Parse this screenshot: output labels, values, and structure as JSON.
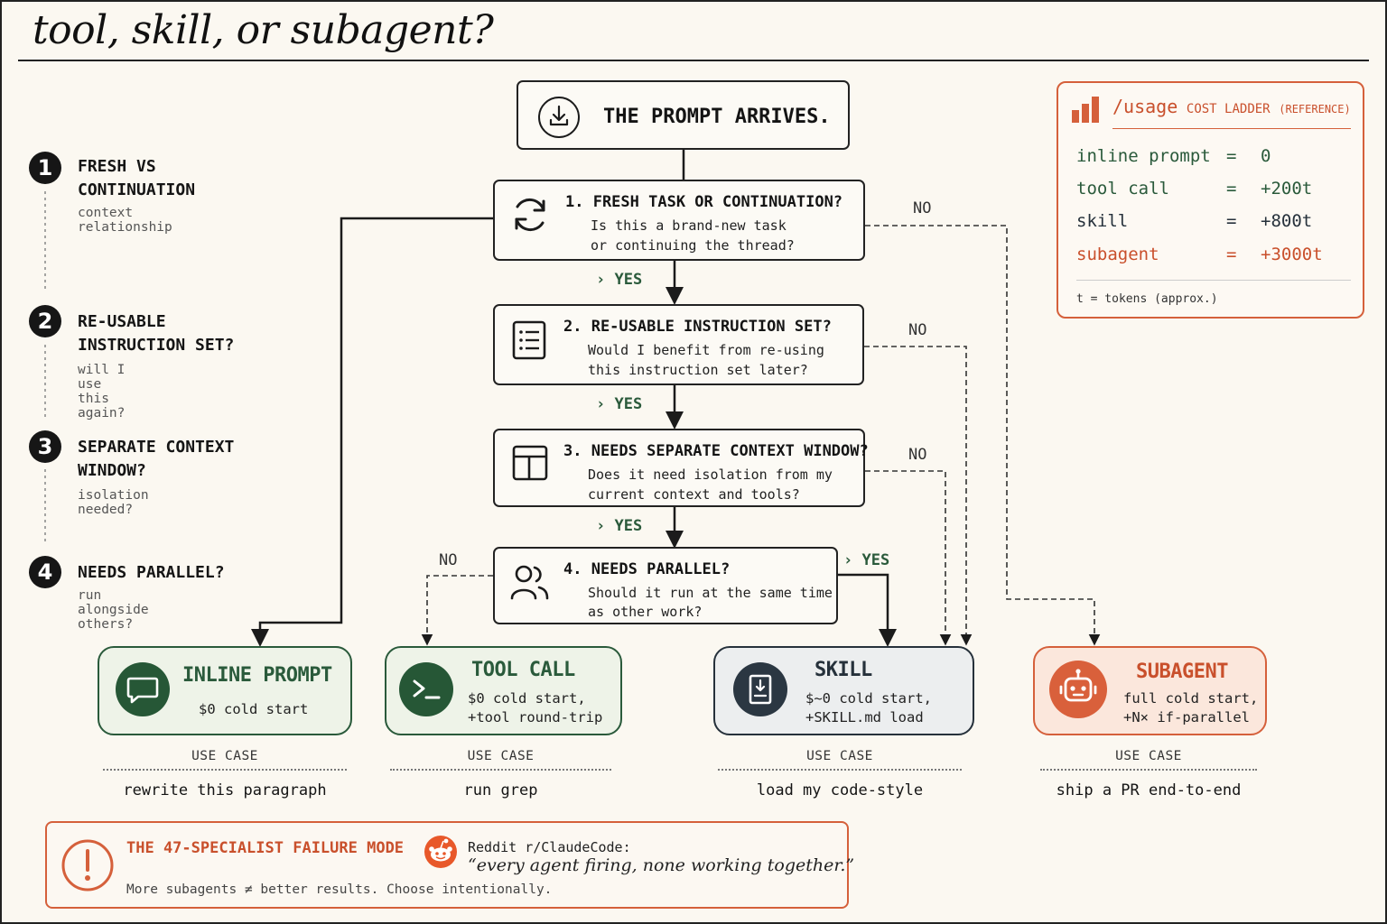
{
  "title": "tool, skill, or subagent?",
  "prompt_box": {
    "label": "THE PROMPT ARRIVES."
  },
  "steps": [
    {
      "num": "1",
      "title": "FRESH VS CONTINUATION",
      "sub": "context relationship"
    },
    {
      "num": "2",
      "title": "RE-USABLE INSTRUCTION SET?",
      "sub": "will I use this again?"
    },
    {
      "num": "3",
      "title": "SEPARATE CONTEXT WINDOW?",
      "sub": "isolation needed?"
    },
    {
      "num": "4",
      "title": "NEEDS PARALLEL?",
      "sub": "run alongside others?"
    }
  ],
  "questions": [
    {
      "title": "1. FRESH TASK OR CONTINUATION?",
      "line1": "Is this a brand-new task",
      "line2": "or continuing the thread?"
    },
    {
      "title": "2. RE-USABLE INSTRUCTION SET?",
      "line1": "Would I benefit from re-using",
      "line2": "this instruction set later?"
    },
    {
      "title": "3. NEEDS SEPARATE CONTEXT WINDOW?",
      "line1": "Does it need isolation from my",
      "line2": "current context and tools?"
    },
    {
      "title": "4. NEEDS PARALLEL?",
      "line1": "Should it run at the same time",
      "line2": "as other work?"
    }
  ],
  "labels": {
    "yes": "YES",
    "no": "NO",
    "chevron": "›"
  },
  "outcomes": [
    {
      "name": "INLINE PROMPT",
      "line1": "$0 cold start",
      "line2": "",
      "use_case_header": "USE CASE",
      "use_case": "rewrite this paragraph"
    },
    {
      "name": "TOOL CALL",
      "line1": "$0 cold start,",
      "line2": "+tool round-trip",
      "use_case_header": "USE CASE",
      "use_case": "run grep"
    },
    {
      "name": "SKILL",
      "line1": "$~0 cold start,",
      "line2": "+SKILL.md load",
      "use_case_header": "USE CASE",
      "use_case": "load my code-style"
    },
    {
      "name": "SUBAGENT",
      "line1": "full cold start,",
      "line2": "+N× if-parallel",
      "use_case_header": "USE CASE",
      "use_case": "ship a PR end-to-end"
    }
  ],
  "ladder": {
    "heading": "/usage",
    "heading_rest": "COST LADDER",
    "heading_ref": "(REFERENCE)",
    "rows": [
      {
        "key": "inline prompt",
        "eq": "=",
        "val": "0"
      },
      {
        "key": "tool call",
        "eq": "=",
        "val": "+200t"
      },
      {
        "key": "skill",
        "eq": "=",
        "val": "+800t"
      },
      {
        "key": "subagent",
        "eq": "=",
        "val": "+3000t"
      }
    ],
    "note": "t = tokens (approx.)"
  },
  "failure": {
    "title": "THE 47-SPECIALIST FAILURE MODE",
    "sub": "More subagents ≠ better results. Choose intentionally.",
    "source": "Reddit r/ClaudeCode:",
    "quote": "“every agent firing, none working together.”"
  },
  "colors": {
    "green": "#2a5a3b",
    "green_fill": "#eef3e8",
    "navy": "#26313b",
    "navy_fill": "#eceeef",
    "orange": "#d5603b",
    "orange_fill": "#fbe7dc"
  }
}
